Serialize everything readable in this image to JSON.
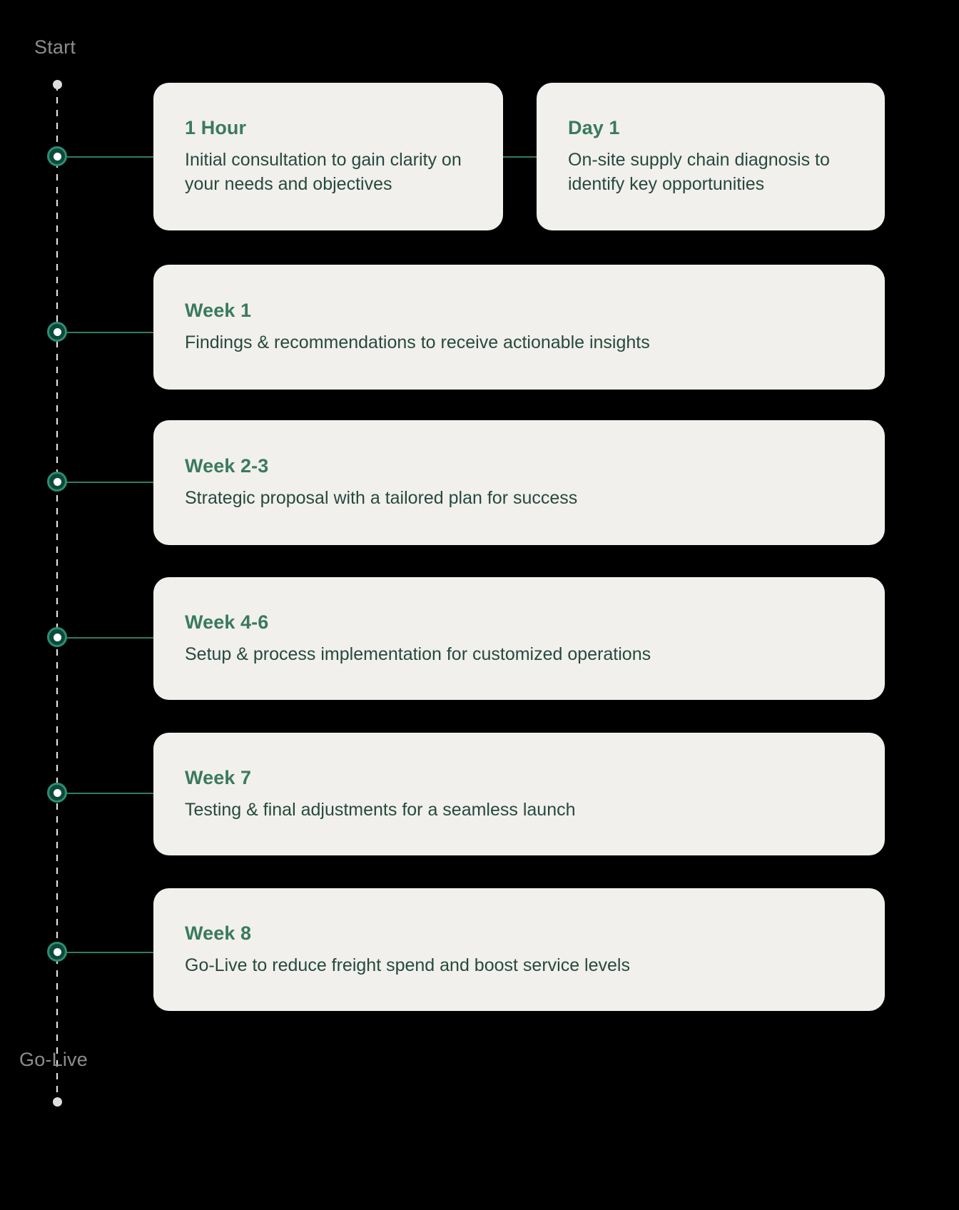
{
  "timeline": {
    "background_color": "#000000",
    "card_color": "#f1f0ed",
    "accent_green": "#3a7a5e",
    "body_text_color": "#27493f",
    "node_fill_color": "#0b4a3b",
    "node_ring_color": "#2e8d70",
    "rail_color": "#e8e8e6",
    "label_color": "#8d8d8b",
    "start_label": "Start",
    "end_label": "Go-Live",
    "steps": [
      {
        "heading": "1 Hour",
        "body": "Initial consultation to gain clarity on your needs and objectives"
      },
      {
        "heading": "Day 1",
        "body": "On-site supply chain diagnosis to identify key opportunities"
      },
      {
        "heading": "Week 1",
        "body": "Findings & recommendations to receive actionable insights"
      },
      {
        "heading": "Week 2-3",
        "body": "Strategic proposal with a tailored plan for success"
      },
      {
        "heading": "Week 4-6",
        "body": "Setup & process implementation for customized operations"
      },
      {
        "heading": "Week 7",
        "body": "Testing & final adjustments for a seamless launch"
      },
      {
        "heading": "Week 8",
        "body": "Go-Live to reduce freight spend and boost service levels"
      }
    ]
  }
}
